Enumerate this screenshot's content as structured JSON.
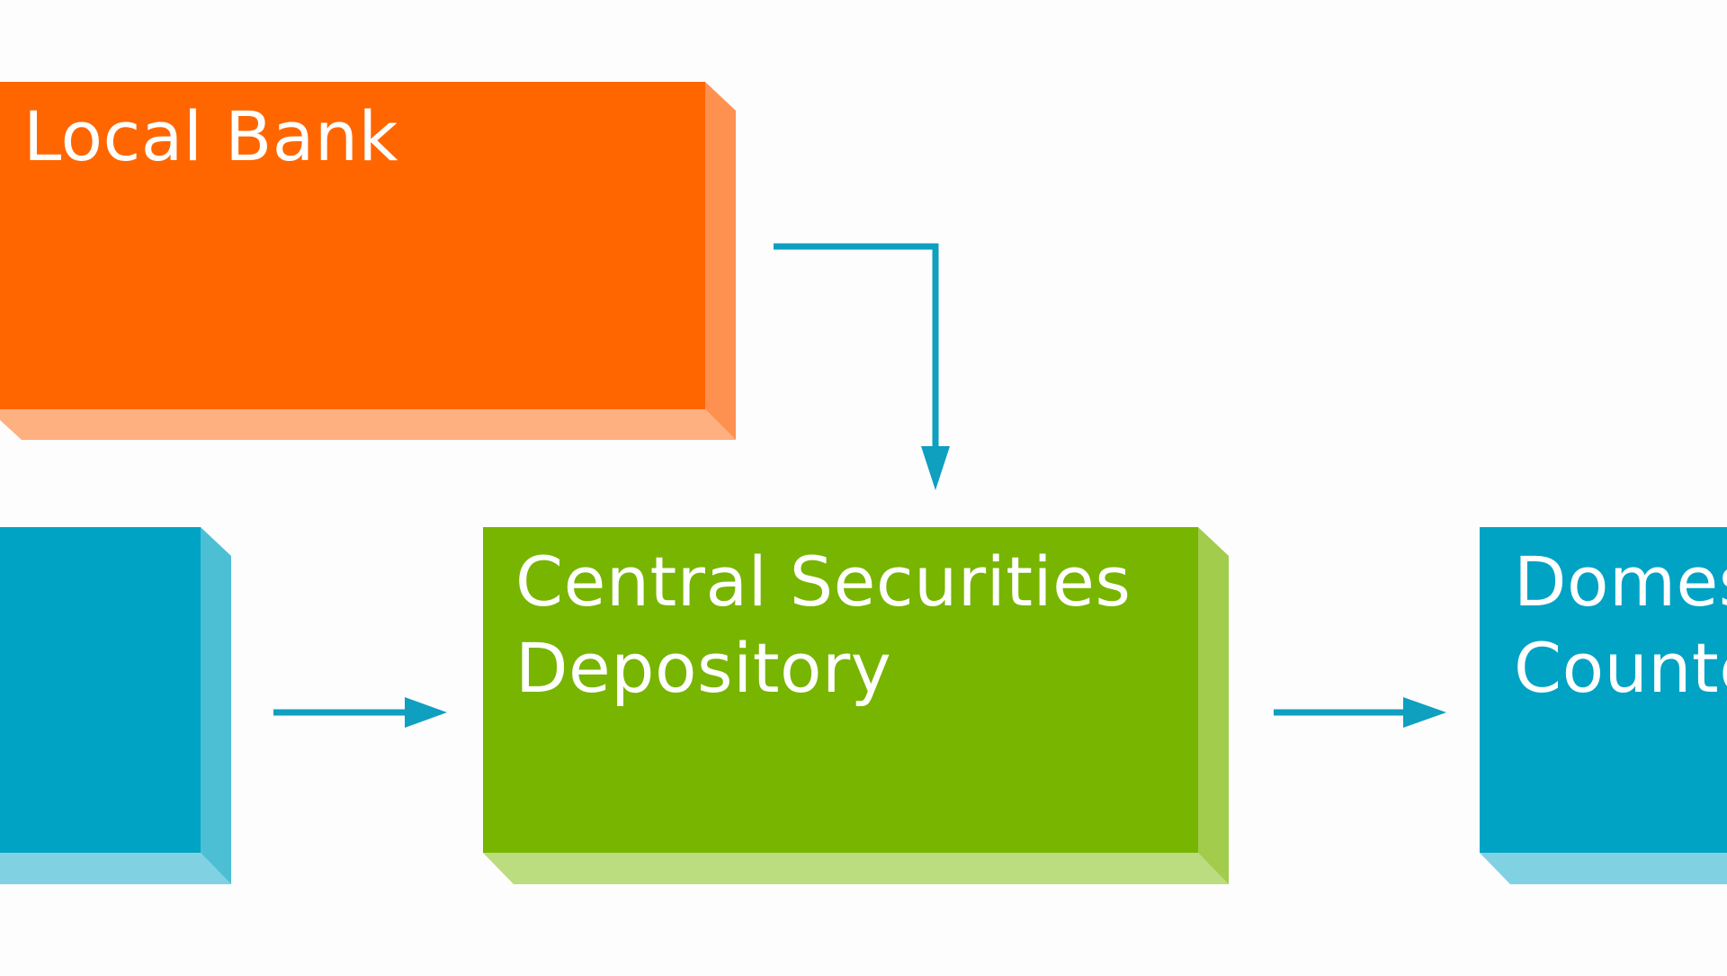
{
  "diagram": {
    "nodes": {
      "local_bank": {
        "label": "Local Bank",
        "color": "#ff6600",
        "side_color": "#ff9150",
        "bottom_color": "#ffb081"
      },
      "central_securities_depository": {
        "line1": "Central Securities",
        "line2": "Depository",
        "color": "#77b500",
        "side_color": "#a1cc4c",
        "bottom_color": "#bcdc80"
      },
      "left_node": {
        "label": "",
        "color": "#00a3c4",
        "side_color": "#4dbfd5",
        "bottom_color": "#80d2e2"
      },
      "domestic_counterparty": {
        "line1": "Domes",
        "line2": "Counte",
        "color": "#00a3c4",
        "side_color": "#4dbfd5",
        "bottom_color": "#80d2e2"
      }
    },
    "arrow_color": "#0f9fbf",
    "background": "#fdfdfd"
  }
}
